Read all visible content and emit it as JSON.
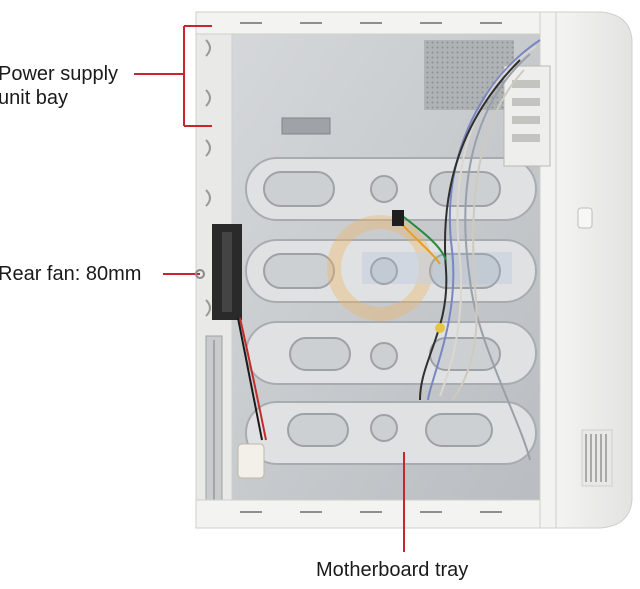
{
  "annotations": {
    "power_supply_line1": "Power supply",
    "power_supply_line2": "unit bay",
    "rear_fan": "Rear fan: 80mm",
    "motherboard_tray": "Motherboard tray"
  },
  "colors": {
    "case_white": "#f1f1ef",
    "tray_metal": "#c7cacd",
    "callout_red": "#c8262c",
    "watermark_orange": "#f3b25a"
  }
}
